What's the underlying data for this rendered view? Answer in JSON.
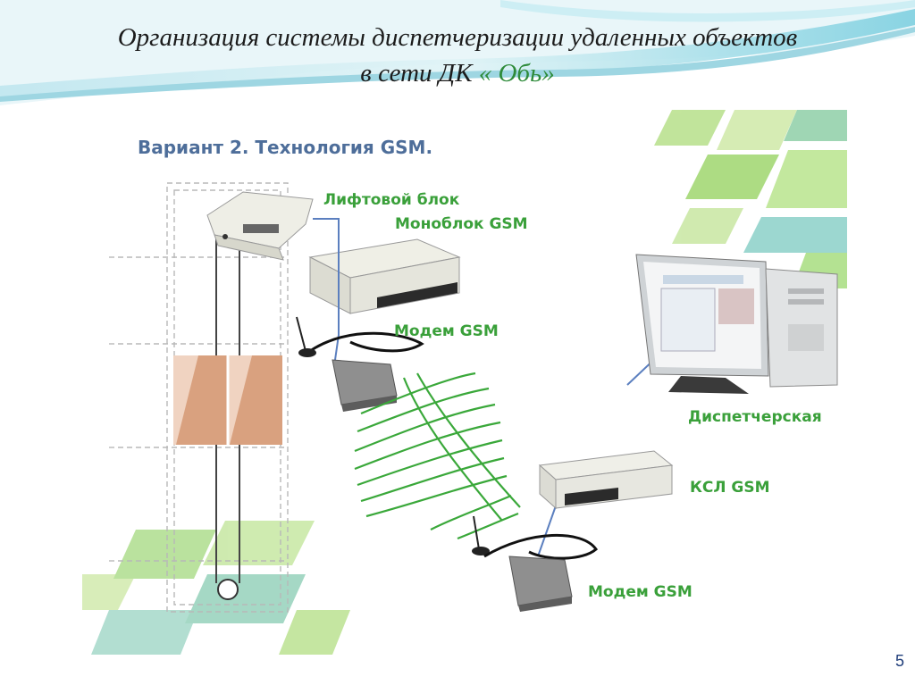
{
  "slide": {
    "title_line1": "Организация системы диспетчеризации удаленных объектов",
    "title_line2_prefix": "в сети ДК ",
    "title_line2_accent": "« Обь»",
    "page_number": "5"
  },
  "diagram": {
    "subtitle": "Вариант 2. Технология GSM.",
    "labels": {
      "lift_block": "Лифтовой блок",
      "monoblock": "Моноблок GSM",
      "modem_top": "Модем GSM",
      "dispatch": "Диспетчерская",
      "ksl": "КСЛ GSM",
      "modem_bottom": "Модем GSM"
    }
  },
  "colors": {
    "accent_green": "#3aa03a",
    "subtitle_blue": "#4e6e9a",
    "link_blue": "#5b7fbf"
  }
}
